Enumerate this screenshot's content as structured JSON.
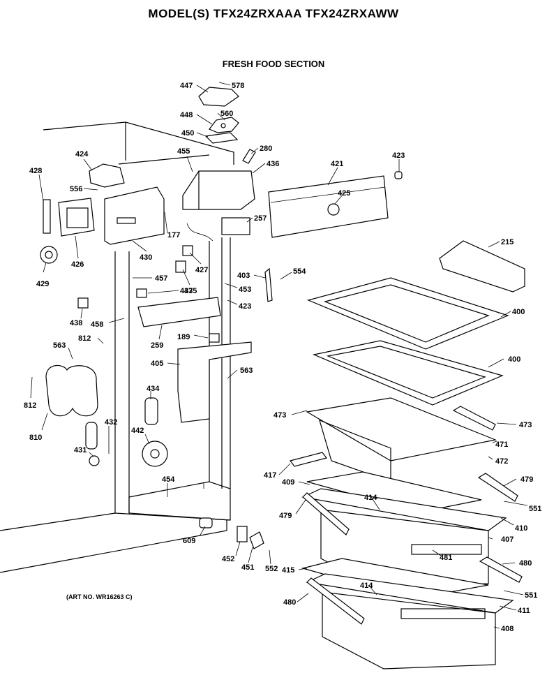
{
  "header": {
    "title": "MODEL(S) TFX24ZRXAAA  TFX24ZRXAWW",
    "section": "FRESH FOOD SECTION",
    "art_no": "(ART NO. WR16263 C)"
  },
  "callouts": [
    {
      "label": "447"
    },
    {
      "label": "578"
    },
    {
      "label": "448"
    },
    {
      "label": "560"
    },
    {
      "label": "450"
    },
    {
      "label": "280"
    },
    {
      "label": "455"
    },
    {
      "label": "436"
    },
    {
      "label": "421"
    },
    {
      "label": "423"
    },
    {
      "label": "424"
    },
    {
      "label": "428"
    },
    {
      "label": "556"
    },
    {
      "label": "425"
    },
    {
      "label": "177"
    },
    {
      "label": "257"
    },
    {
      "label": "430"
    },
    {
      "label": "426"
    },
    {
      "label": "427"
    },
    {
      "label": "215"
    },
    {
      "label": "429"
    },
    {
      "label": "457"
    },
    {
      "label": "403"
    },
    {
      "label": "554"
    },
    {
      "label": "435"
    },
    {
      "label": "437"
    },
    {
      "label": "453"
    },
    {
      "label": "423"
    },
    {
      "label": "400"
    },
    {
      "label": "438"
    },
    {
      "label": "458"
    },
    {
      "label": "189"
    },
    {
      "label": "812"
    },
    {
      "label": "563"
    },
    {
      "label": "259"
    },
    {
      "label": "400"
    },
    {
      "label": "405"
    },
    {
      "label": "563"
    },
    {
      "label": "812"
    },
    {
      "label": "434"
    },
    {
      "label": "473"
    },
    {
      "label": "473"
    },
    {
      "label": "810"
    },
    {
      "label": "432"
    },
    {
      "label": "442"
    },
    {
      "label": "471"
    },
    {
      "label": "431"
    },
    {
      "label": "472"
    },
    {
      "label": "417"
    },
    {
      "label": "409"
    },
    {
      "label": "479"
    },
    {
      "label": "454"
    },
    {
      "label": "414"
    },
    {
      "label": "551"
    },
    {
      "label": "479"
    },
    {
      "label": "410"
    },
    {
      "label": "609"
    },
    {
      "label": "407"
    },
    {
      "label": "481"
    },
    {
      "label": "452"
    },
    {
      "label": "451"
    },
    {
      "label": "552"
    },
    {
      "label": "415"
    },
    {
      "label": "480"
    },
    {
      "label": "414"
    },
    {
      "label": "551"
    },
    {
      "label": "480"
    },
    {
      "label": "411"
    },
    {
      "label": "408"
    }
  ]
}
